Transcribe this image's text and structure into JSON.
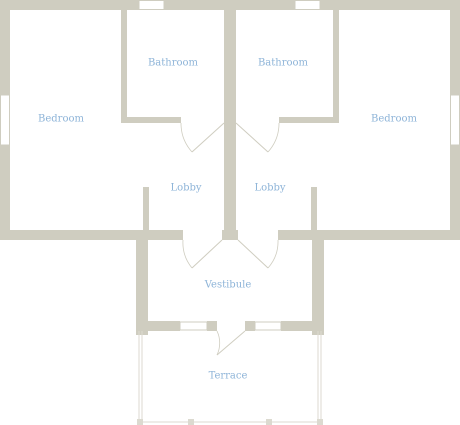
{
  "plan": {
    "wall_color": "#cfcdc0",
    "label_color": "#8eb4d8",
    "rooms": [
      {
        "id": "bedroom-left",
        "label": "Bedroom"
      },
      {
        "id": "bathroom-left",
        "label": "Bathroom"
      },
      {
        "id": "bathroom-right",
        "label": "Bathroom"
      },
      {
        "id": "bedroom-right",
        "label": "Bedroom"
      },
      {
        "id": "lobby-left",
        "label": "Lobby"
      },
      {
        "id": "lobby-right",
        "label": "Lobby"
      },
      {
        "id": "vestibule",
        "label": "Vestibule"
      },
      {
        "id": "terrace",
        "label": "Terrace"
      }
    ]
  }
}
